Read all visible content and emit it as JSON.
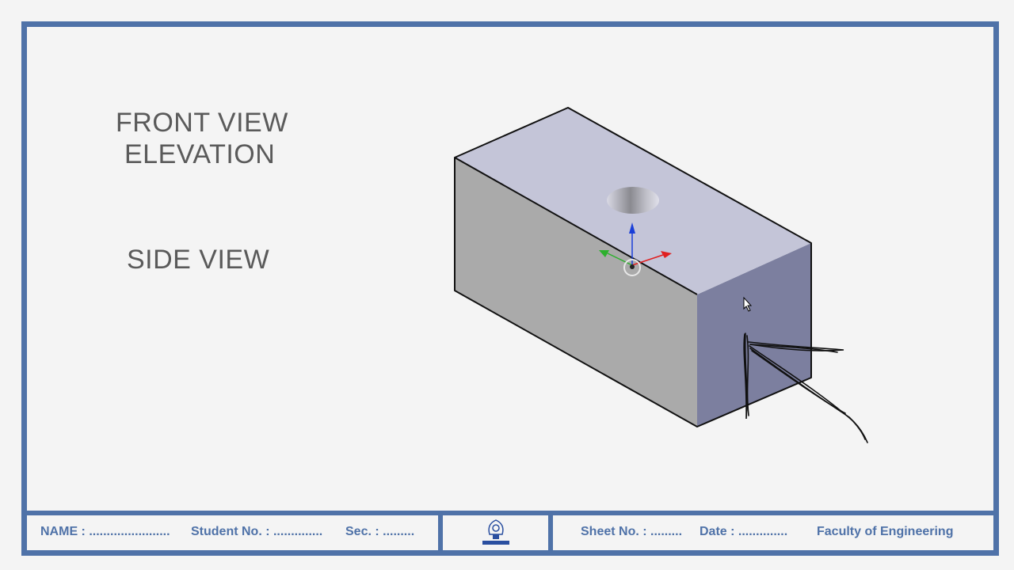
{
  "view_labels": {
    "front_view": "FRONT VIEW",
    "elevation": "ELEVATION",
    "side_view": "SIDE VIEW"
  },
  "title_block": {
    "name": "NAME : .......................",
    "student_no": "Student No. : ..............",
    "sec": "Sec. : .........",
    "sheet_no": "Sheet No. : .........",
    "date": "Date : ..............",
    "faculty": "Faculty of Engineering"
  },
  "colors": {
    "border": "#4f72a8",
    "top_face": "#c4c5d8",
    "front_face": "#aaaaaa",
    "side_face": "#7c7f9f",
    "gizmo_z": "#1a3fd8",
    "gizmo_x": "#e02020",
    "gizmo_y": "#2db02d"
  },
  "icons": {
    "logo": "faculty-logo-icon",
    "cursor": "mouse-cursor-icon",
    "gizmo": "transform-gizmo-icon"
  }
}
